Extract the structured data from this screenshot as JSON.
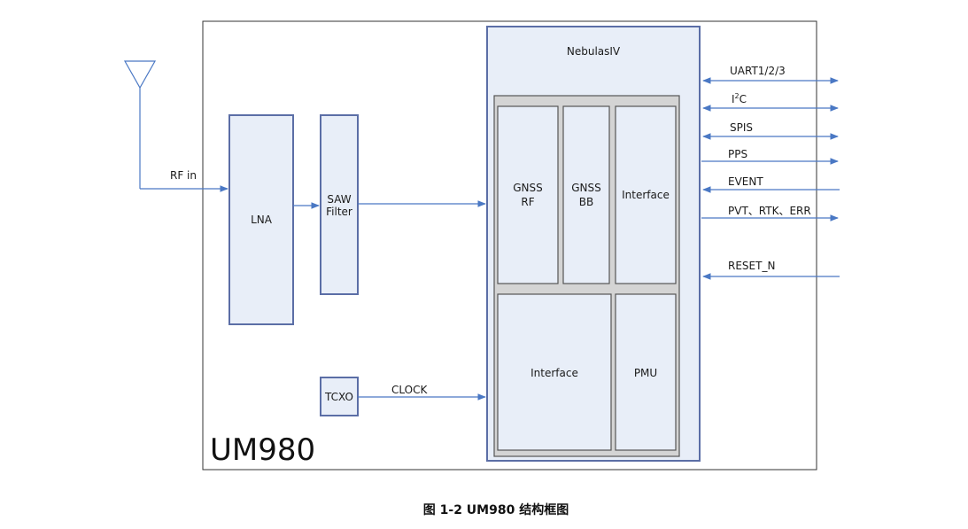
{
  "diagram": {
    "module_name": "UM980",
    "chip_name": "NebulasIV",
    "blocks": {
      "lna": "LNA",
      "saw_line1": "SAW",
      "saw_line2": "Filter",
      "tcxo": "TCXO",
      "gnss_rf_line1": "GNSS",
      "gnss_rf_line2": "RF",
      "gnss_bb_line1": "GNSS",
      "gnss_bb_line2": "BB",
      "interface_upper": "Interface",
      "interface_lower": "Interface",
      "pmu": "PMU"
    },
    "connections": {
      "rf_in": "RF in",
      "clock": "CLOCK"
    },
    "signals": {
      "uart": "UART1/2/3",
      "i2c_base": "I",
      "i2c_sup": "2",
      "i2c_tail": "C",
      "spis": "SPIS",
      "pps": "PPS",
      "event": "EVENT",
      "pvt": "PVT、RTK、ERR",
      "reset": "RESET_N"
    }
  },
  "caption": "图  1-2 UM980 结构框图",
  "colors": {
    "block_fill": "#e8eef8",
    "block_stroke": "#5b6ea6",
    "arrow": "#4a78c4",
    "inner_gray": "#d4d4d4"
  }
}
